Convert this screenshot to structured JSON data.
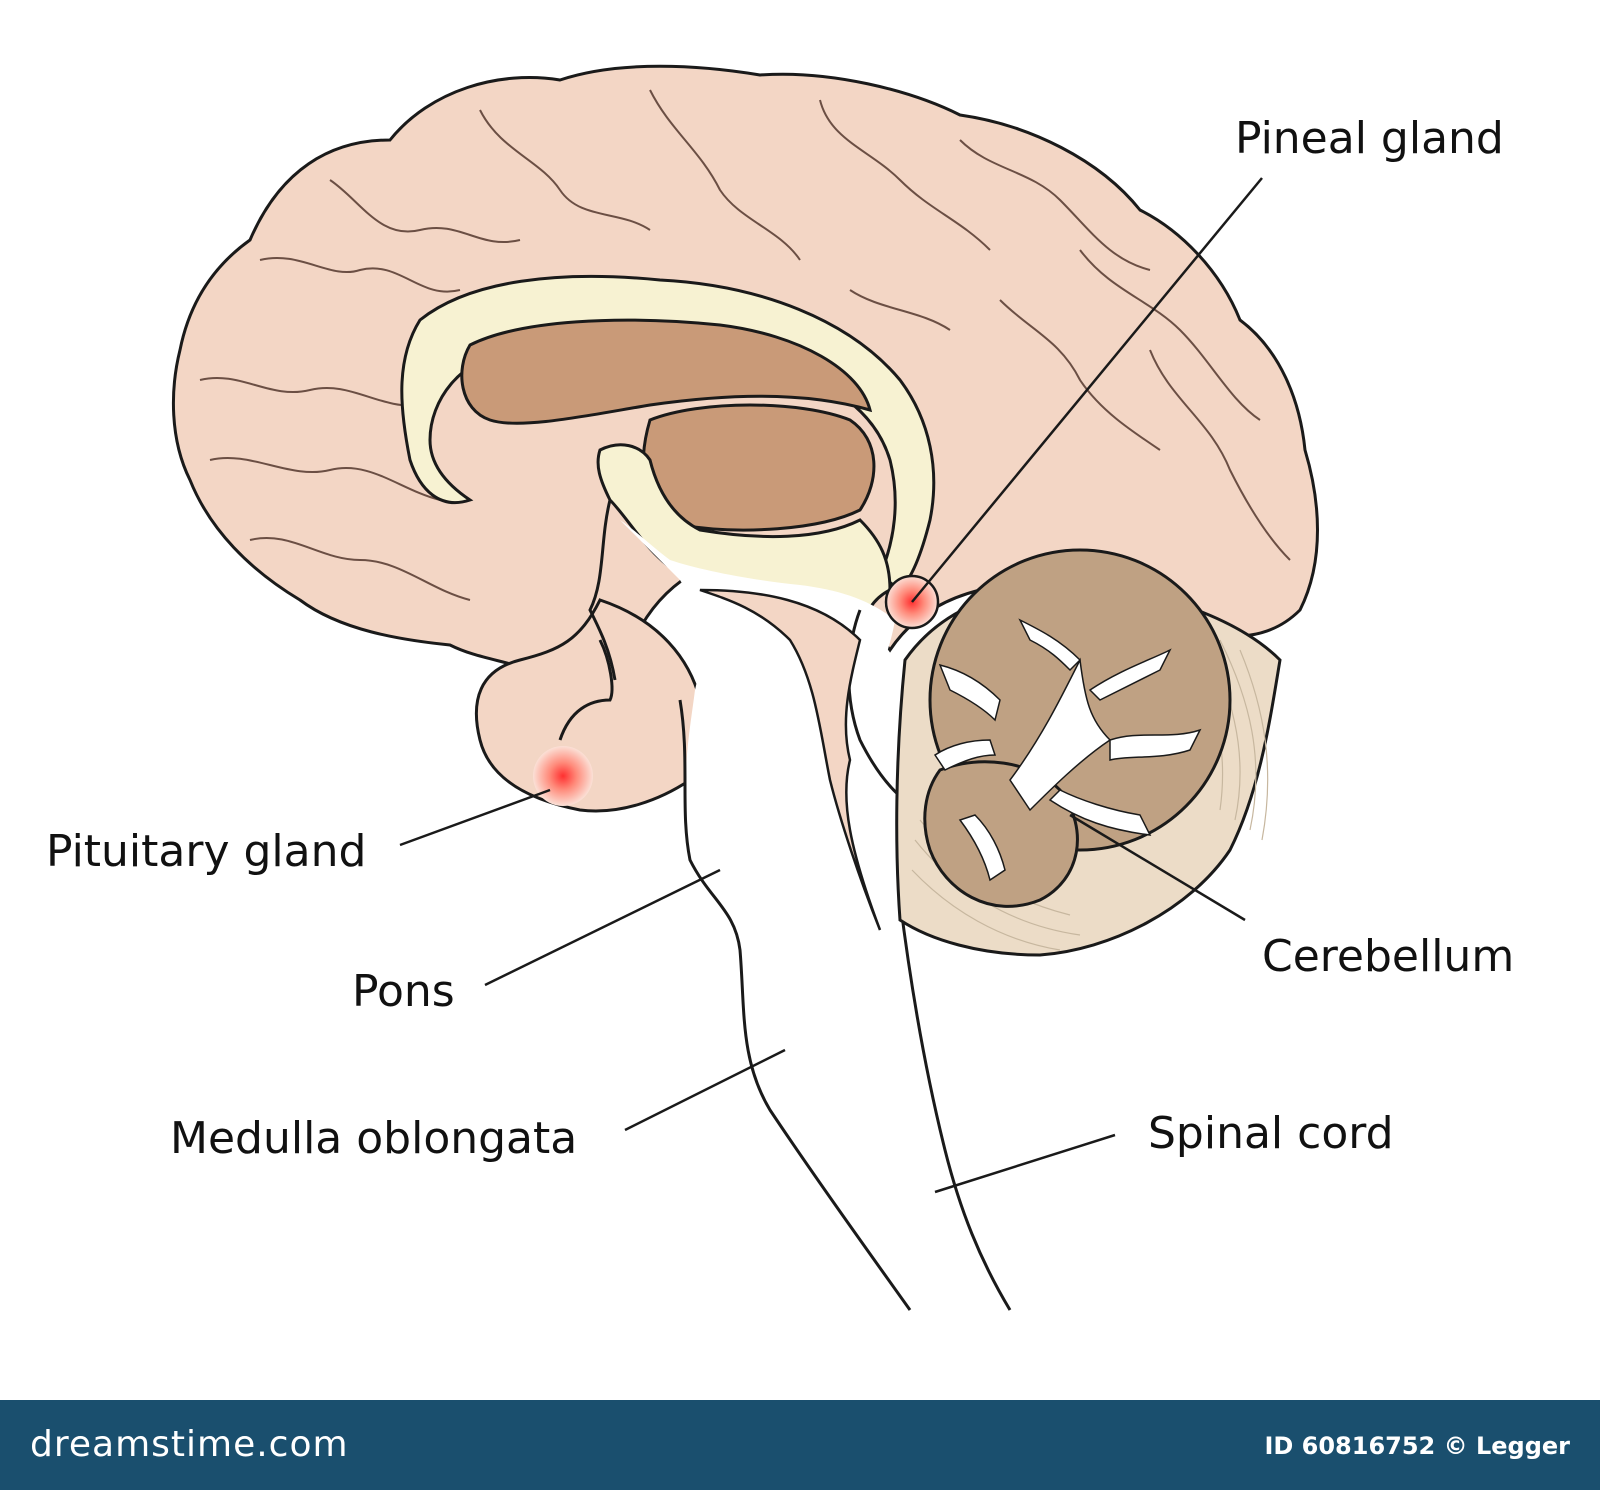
{
  "labels": {
    "pineal": "Pineal gland",
    "pituitary": "Pituitary gland",
    "pons": "Pons",
    "medulla": "Medulla oblongata",
    "cerebellum": "Cerebellum",
    "spinal": "Spinal cord"
  },
  "footer": {
    "logo": "dreamstime.com",
    "credit": "ID 60816752 © Legger"
  },
  "colors": {
    "cerebrum": "#f3d6c5",
    "corpus_callosum": "#f7f2d2",
    "ventricle": "#c99a78",
    "cerebellum": "#bfa183",
    "gland_highlight": "#ff5c5c",
    "footer_bg": "#1a4f6e"
  }
}
